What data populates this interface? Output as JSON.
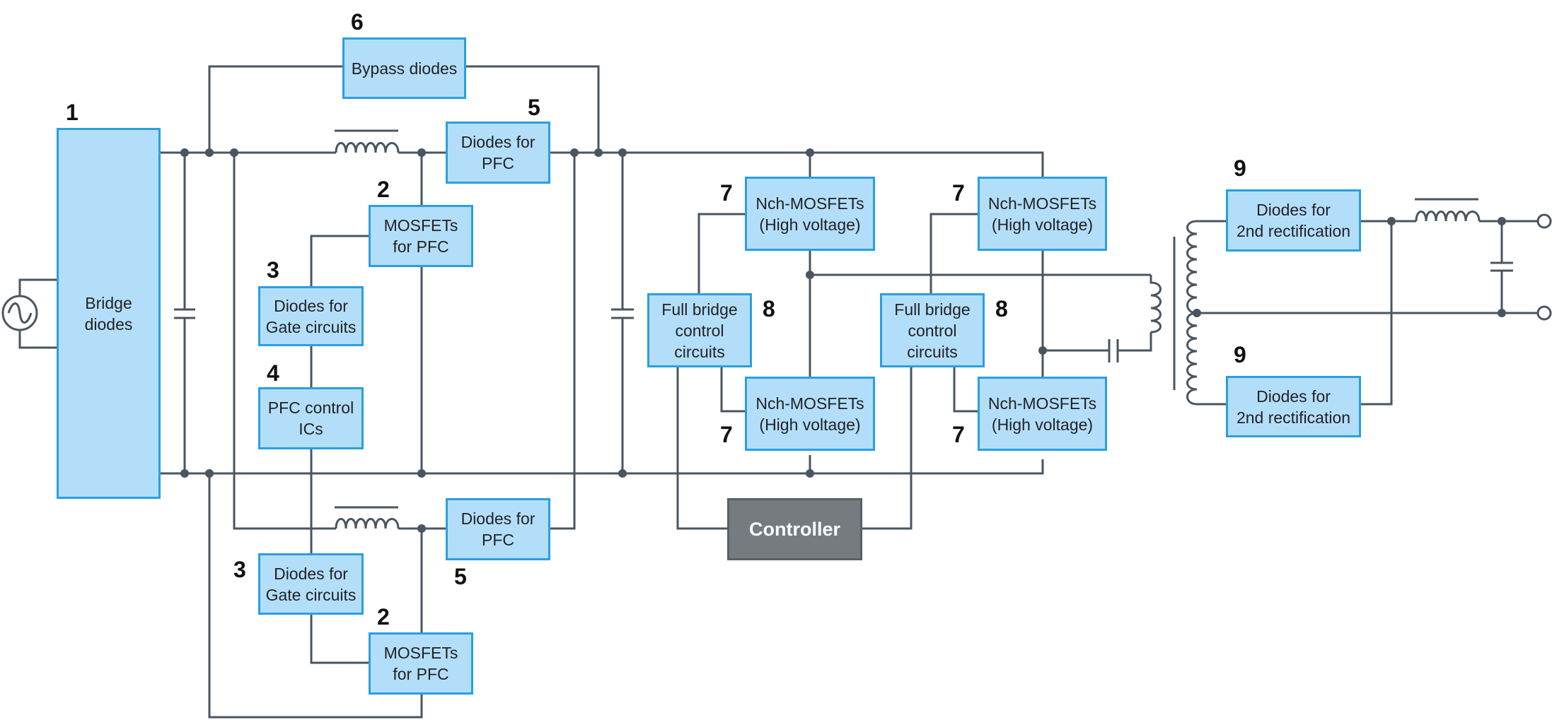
{
  "colors": {
    "wire": "#4a5560",
    "box_fill": "#b3defa",
    "box_border": "#2a9fe0",
    "controller_fill": "#757b7f"
  },
  "blocks": {
    "bridge": [
      "Bridge",
      "diodes"
    ],
    "bypass": [
      "Bypass diodes"
    ],
    "pfc_diode_top": [
      "Diodes for",
      "PFC"
    ],
    "pfc_diode_bottom": [
      "Diodes for",
      "PFC"
    ],
    "mosfet_pfc_top": [
      "MOSFETs",
      "for PFC"
    ],
    "mosfet_pfc_bottom": [
      "MOSFETs",
      "for PFC"
    ],
    "gate_diode_top": [
      "Diodes for",
      "Gate circuits"
    ],
    "gate_diode_bottom": [
      "Diodes for",
      "Gate circuits"
    ],
    "pfc_ic": [
      "PFC control",
      "ICs"
    ],
    "nch_1": [
      "Nch-MOSFETs",
      "(High voltage)"
    ],
    "nch_2": [
      "Nch-MOSFETs",
      "(High voltage)"
    ],
    "nch_3": [
      "Nch-MOSFETs",
      "(High voltage)"
    ],
    "nch_4": [
      "Nch-MOSFETs",
      "(High voltage)"
    ],
    "fullbridge_1": [
      "Full bridge",
      "control",
      "circuits"
    ],
    "fullbridge_2": [
      "Full bridge",
      "control",
      "circuits"
    ],
    "rect_top": [
      "Diodes for",
      "2nd rectification"
    ],
    "rect_bottom": [
      "Diodes for",
      "2nd rectification"
    ],
    "controller": [
      "Controller"
    ]
  },
  "numbers": {
    "n1": "1",
    "n2a": "2",
    "n2b": "2",
    "n3a": "3",
    "n3b": "3",
    "n4": "4",
    "n5a": "5",
    "n5b": "5",
    "n6": "6",
    "n7a": "7",
    "n7b": "7",
    "n7c": "7",
    "n7d": "7",
    "n8a": "8",
    "n8b": "8",
    "n9a": "9",
    "n9b": "9"
  }
}
